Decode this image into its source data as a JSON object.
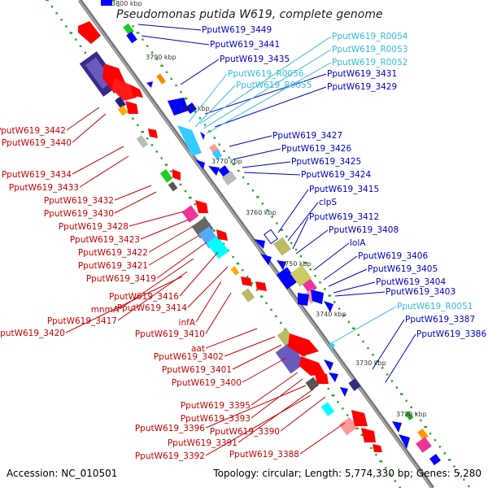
{
  "title": "Pseudomonas putida W619, complete genome",
  "accession": "Accession: NC_010501",
  "topology": "Topology: circular; Length: 5,774,330 bp; Genes: 5,280",
  "colors": {
    "forward_gene": "#ff0000",
    "reverse_gene": "#0000ff",
    "rna_gene": "#33ccff",
    "left_label": "#cc0000",
    "right_label": "#0000cc",
    "rna_label": "#33bbdd",
    "backbone": "#888888",
    "gc_dots": "#22aa22"
  },
  "kbp_ticks": [
    {
      "text": "3800 kbp"
    },
    {
      "text": "3790 kbp"
    },
    {
      "text": "3780 kbp"
    },
    {
      "text": "3770 kbp"
    },
    {
      "text": "3760 kbp"
    },
    {
      "text": "3750 kbp"
    },
    {
      "text": "3740 kbp"
    },
    {
      "text": "3730 kbp"
    },
    {
      "text": "3720 kbp"
    }
  ],
  "left_labels": [
    {
      "text": "PputW619_3442"
    },
    {
      "text": "PputW619_3440"
    },
    {
      "text": "PputW619_3434"
    },
    {
      "text": "PputW619_3433"
    },
    {
      "text": "PputW619_3432"
    },
    {
      "text": "PputW619_3430"
    },
    {
      "text": "PputW619_3428"
    },
    {
      "text": "PputW619_3423"
    },
    {
      "text": "PputW619_3422"
    },
    {
      "text": "PputW619_3421"
    },
    {
      "text": "PputW619_3419"
    },
    {
      "text": "PputW619_3416"
    },
    {
      "text": "mnmA"
    },
    {
      "text": "PputW619_3414"
    },
    {
      "text": "PputW619_3417"
    },
    {
      "text": "PputW619_3420"
    },
    {
      "text": "infA"
    },
    {
      "text": "PputW619_3410"
    },
    {
      "text": "aat"
    },
    {
      "text": "PputW619_3402"
    },
    {
      "text": "PputW619_3401"
    },
    {
      "text": "PputW619_3400"
    },
    {
      "text": "PputW619_3395"
    },
    {
      "text": "PputW619_3393"
    },
    {
      "text": "PputW619_3396"
    },
    {
      "text": "PputW619_3390"
    },
    {
      "text": "PputW619_3391"
    },
    {
      "text": "PputW619_3392"
    },
    {
      "text": "PputW619_3388"
    }
  ],
  "right_labels": [
    {
      "text": "PputW619_3449"
    },
    {
      "text": "PputW619_3441"
    },
    {
      "text": "PputW619_3435"
    },
    {
      "text": "PputW619_3431"
    },
    {
      "text": "PputW619_3429"
    },
    {
      "text": "PputW619_3427"
    },
    {
      "text": "PputW619_3426"
    },
    {
      "text": "PputW619_3425"
    },
    {
      "text": "PputW619_3424"
    },
    {
      "text": "PputW619_3415"
    },
    {
      "text": "clpS"
    },
    {
      "text": "PputW619_3412"
    },
    {
      "text": "PputW619_3408"
    },
    {
      "text": "lolA"
    },
    {
      "text": "PputW619_3406"
    },
    {
      "text": "PputW619_3405"
    },
    {
      "text": "PputW619_3404"
    },
    {
      "text": "PputW619_3403"
    },
    {
      "text": "PputW619_3387"
    },
    {
      "text": "PputW619_3386"
    }
  ],
  "rna_labels": [
    {
      "text": "PputW619_R0054"
    },
    {
      "text": "PputW619_R0053"
    },
    {
      "text": "PputW619_R0052"
    },
    {
      "text": "PputW619_R0056"
    },
    {
      "text": "PputW619_R0055"
    },
    {
      "text": "PputW619_R0051"
    }
  ]
}
